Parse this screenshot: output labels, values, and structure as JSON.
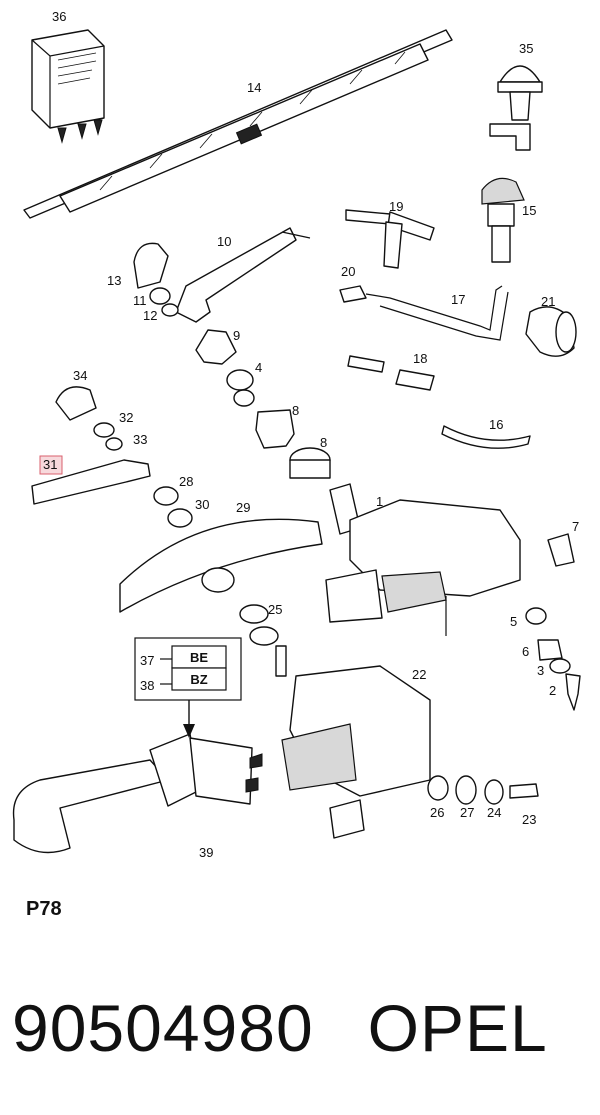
{
  "callouts": {
    "c1": "1",
    "c2": "2",
    "c3": "3",
    "c4": "4",
    "c5": "5",
    "c6": "6",
    "c7": "7",
    "c8a": "8",
    "c8b": "8",
    "c9": "9",
    "c10": "10",
    "c11": "11",
    "c12": "12",
    "c13": "13",
    "c14": "14",
    "c15": "15",
    "c16": "16",
    "c17": "17",
    "c18": "18",
    "c19": "19",
    "c20": "20",
    "c21": "21",
    "c22": "22",
    "c23": "23",
    "c24": "24",
    "c25": "25",
    "c26": "26",
    "c27": "27",
    "c28": "28",
    "c29": "29",
    "c30": "30",
    "c31": "31",
    "c32": "32",
    "c33": "33",
    "c34": "34",
    "c35": "35",
    "c36": "36",
    "c37": "37",
    "c38": "38",
    "c39": "39"
  },
  "variant_table": {
    "row1": "BE",
    "row2": "BZ"
  },
  "highlight": {
    "callout": "31",
    "color": "#d9606e"
  },
  "plate": "P78",
  "footer": {
    "part_number": "90504980",
    "brand": "OPEL"
  },
  "icons": [
    "relay-icon",
    "wiper-blade-icon",
    "washer-nozzle-icon",
    "wiper-motor-icon",
    "wiper-switch-icon",
    "arrow-down-icon"
  ]
}
